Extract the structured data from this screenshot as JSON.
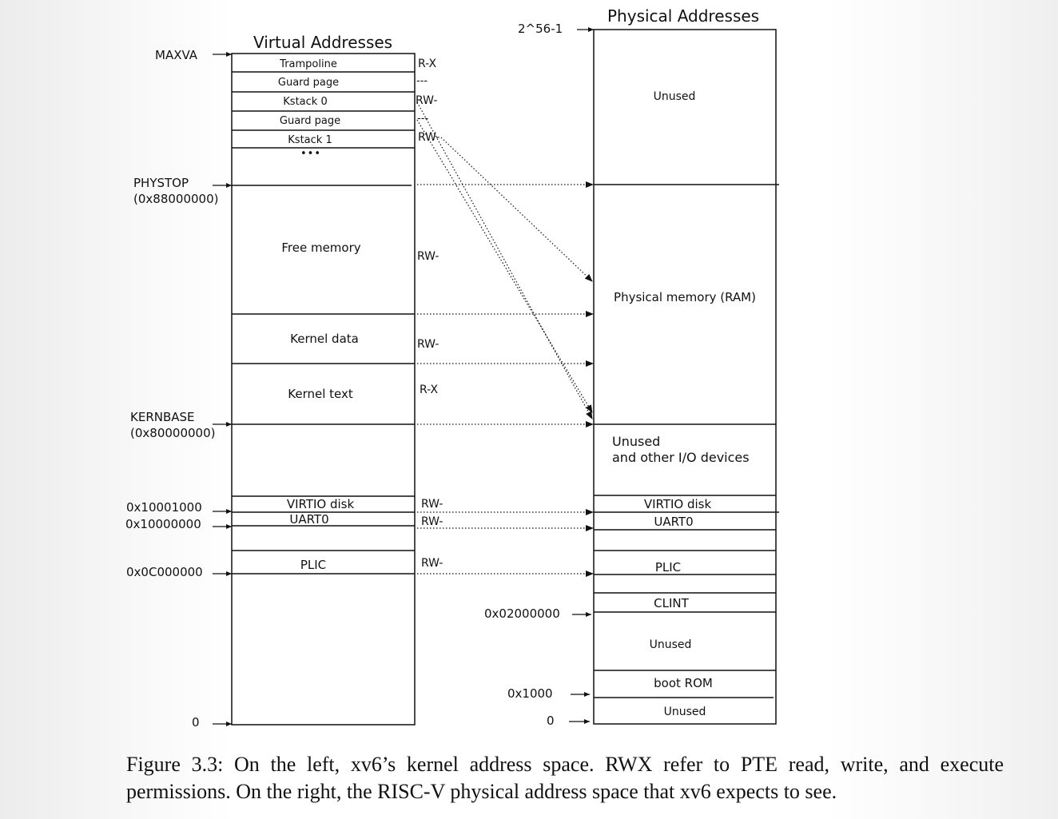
{
  "virtual": {
    "title": "Virtual Addresses",
    "regions": {
      "trampoline": "Trampoline",
      "guard0": "Guard page",
      "kstack0": "Kstack 0",
      "guard1": "Guard page",
      "kstack1": "Kstack 1",
      "ellipsis": "•••",
      "free": "Free memory",
      "kdata": "Kernel data",
      "ktext": "Kernel text",
      "virtio": "VIRTIO disk",
      "uart": "UART0",
      "plic": "PLIC"
    },
    "perms": {
      "trampoline": "R-X",
      "guard0": "---",
      "kstack0": "RW-",
      "guard1": "---",
      "kstack1": "RW-",
      "free": "RW-",
      "kdata": "RW-",
      "ktext": "R-X",
      "virtio": "RW-",
      "uart": "RW-",
      "plic": "RW-"
    },
    "addr": {
      "maxva": "MAXVA",
      "phystop": "PHYSTOP",
      "phystop_hex": "(0x88000000)",
      "kernbase": "KERNBASE",
      "kernbase_hex": "(0x80000000)",
      "virtio": "0x10001000",
      "uart": "0x10000000",
      "plic": "0x0C000000",
      "zero": "0"
    }
  },
  "physical": {
    "title": "Physical Addresses",
    "regions": {
      "unused_top": "Unused",
      "ram": "Physical memory (RAM)",
      "io_line1": "Unused",
      "io_line2": "and other I/O devices",
      "virtio": "VIRTIO disk",
      "uart": "UART0",
      "plic": "PLIC",
      "clint": "CLINT",
      "unused_mid": "Unused",
      "bootrom": "boot ROM",
      "unused_bottom": "Unused"
    },
    "addr": {
      "top": "2^56-1",
      "clint": "0x02000000",
      "bootrom": "0x1000",
      "zero": "0"
    }
  },
  "caption": "Figure 3.3: On the left, xv6’s kernel address space. RWX refer to PTE read, write, and execute permissions. On the right, the RISC-V physical address space that xv6 expects to see."
}
